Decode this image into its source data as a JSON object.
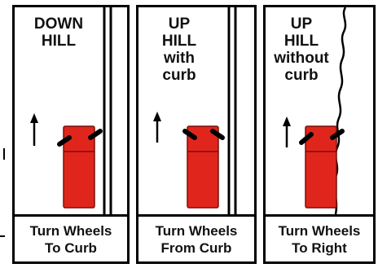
{
  "panels": [
    {
      "title": "DOWN\nHILL",
      "caption": "Turn Wheels\nTo Curb"
    },
    {
      "title": "UP\nHILL\nwith\ncurb",
      "caption": "Turn Wheels\nFrom Curb"
    },
    {
      "title": "UP\nHILL\nwithout\ncurb",
      "caption": "Turn Wheels\nTo Right"
    }
  ],
  "colors": {
    "car": "#e0261c",
    "car_dark": "#b01810",
    "ink": "#000000"
  },
  "icons": {
    "direction": "up-arrow-icon"
  }
}
